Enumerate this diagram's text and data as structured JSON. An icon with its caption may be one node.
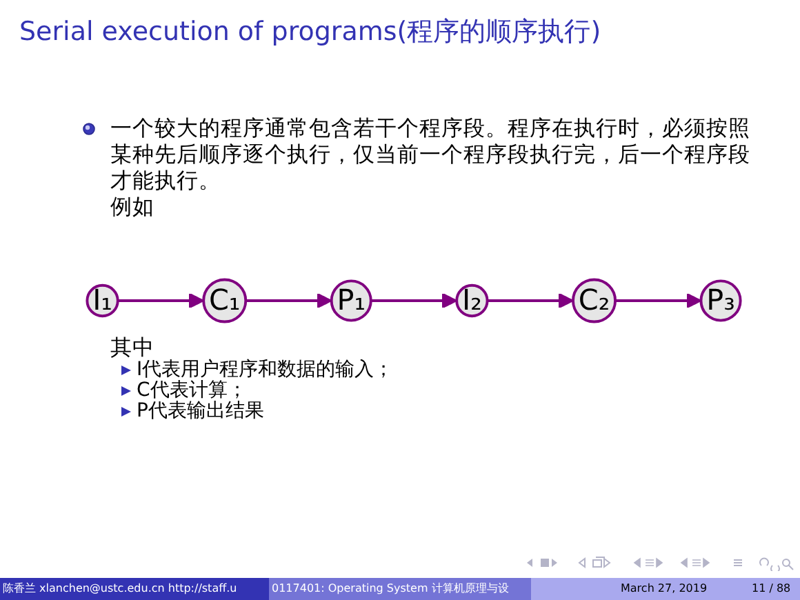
{
  "diagram": {
    "title": "Serial execution of programs(程序的顺序执行)",
    "nodes": [
      {
        "text": [
          "I₁"
        ]
      },
      {
        "text": [
          "C₁"
        ]
      },
      {
        "text": [
          "P₁"
        ]
      },
      {
        "text": [
          "I₂"
        ]
      },
      {
        "text": [
          "C₂"
        ]
      },
      {
        "text": [
          "P₃"
        ]
      }
    ],
    "edges": [
      {
        "from": 0,
        "to": 1,
        "arrow": "to"
      },
      {
        "from": 1,
        "to": 2,
        "arrow": "to"
      },
      {
        "from": 2,
        "to": 3,
        "arrow": "to"
      },
      {
        "from": 3,
        "to": 4,
        "arrow": "to"
      },
      {
        "from": 4,
        "to": 5,
        "arrow": "to"
      }
    ],
    "labels": [
      "一个较大的程序通常包含若干个程序段。程序在执行时，必须按照某种先后顺序逐个执行，仅当前一个程序段执行完，后一个程序段才能执行。",
      "例如",
      "其中",
      "I代表用户程序和数据的输入；",
      "C代表计算；",
      "P代表输出结果",
      "陈香兰 xlanchen@ustc.edu.cn http://staff.u",
      "0117401: Operating System 计算机原理与设",
      "March 27, 2019",
      "11 / 88"
    ]
  }
}
